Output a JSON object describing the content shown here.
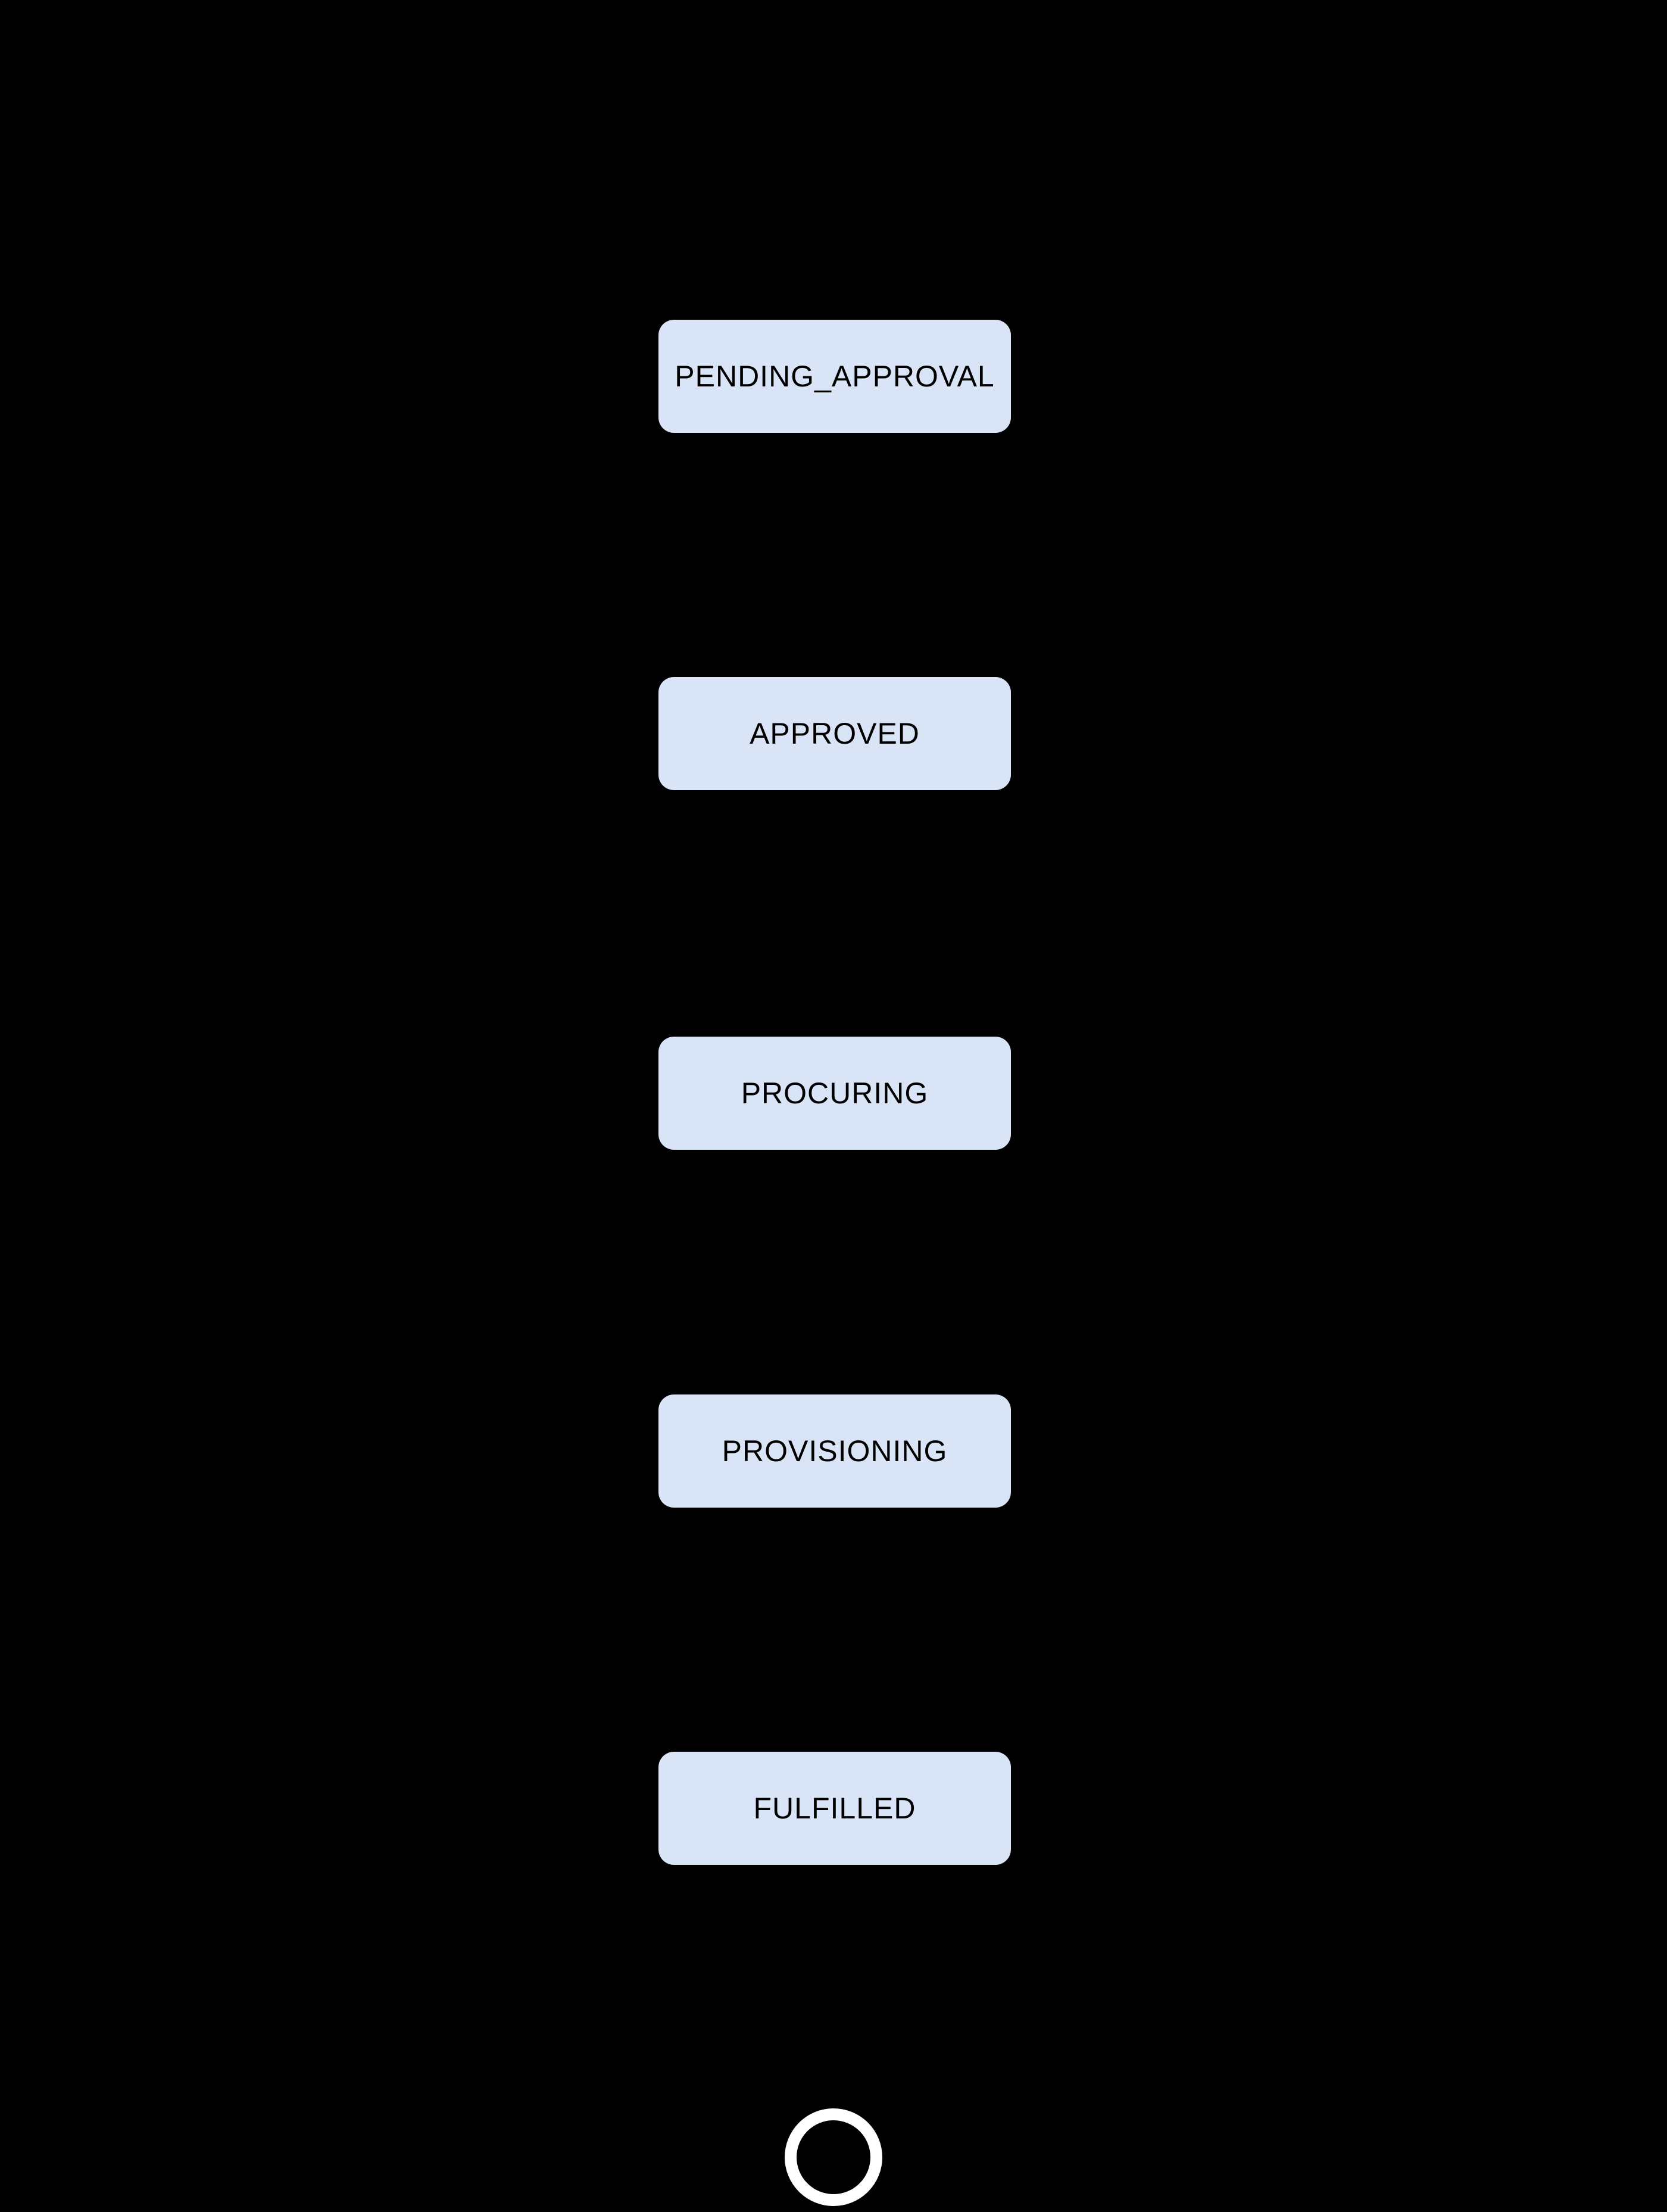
{
  "diagram": {
    "type": "state-flow-diagram",
    "background_color": "#000000",
    "node_fill_color": "#d9e4f7",
    "node_text_color": "#000000",
    "final_marker_color": "#ffffff",
    "nodes": [
      {
        "label": "PENDING_APPROVAL"
      },
      {
        "label": "APPROVED"
      },
      {
        "label": "PROCURING"
      },
      {
        "label": "PROVISIONING"
      },
      {
        "label": "FULFILLED"
      }
    ],
    "end_marker": {
      "shape": "circle-outline",
      "meaning": "final-state"
    }
  }
}
